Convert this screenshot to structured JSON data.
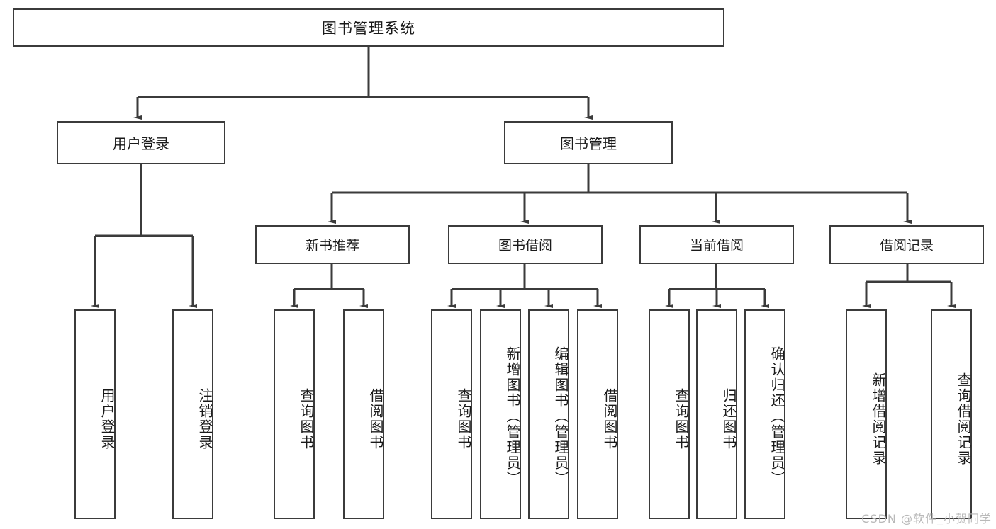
{
  "diagram": {
    "type": "tree",
    "title": "图书管理系统",
    "watermark": "CSDN @软件_小贺同学",
    "colors": {
      "stroke": "#3b3b3b",
      "fill": "#ffffff",
      "text": "#1a1a1a",
      "watermark": "#b9b9b9"
    },
    "root": {
      "label": "图书管理系统"
    },
    "level2": [
      {
        "label": "用户登录"
      },
      {
        "label": "图书管理"
      }
    ],
    "level3": [
      {
        "label": "新书推荐"
      },
      {
        "label": "图书借阅"
      },
      {
        "label": "当前借阅"
      },
      {
        "label": "借阅记录"
      }
    ],
    "leaves": {
      "user_login": [
        {
          "label": "用户登录"
        },
        {
          "label": "注销登录"
        }
      ],
      "new_book_recommend": [
        {
          "label": "查询图书"
        },
        {
          "label": "借阅图书"
        }
      ],
      "book_borrow": [
        {
          "label": "查询图书"
        },
        {
          "label": "新增图书（管理员）"
        },
        {
          "label": "编辑图书（管理员）"
        },
        {
          "label": "借阅图书"
        }
      ],
      "current_borrow": [
        {
          "label": "查询图书"
        },
        {
          "label": "归还图书"
        },
        {
          "label": "确认归还（管理员）"
        }
      ],
      "borrow_record": [
        {
          "label": "新增借阅记录"
        },
        {
          "label": "查询借阅记录"
        }
      ]
    }
  }
}
